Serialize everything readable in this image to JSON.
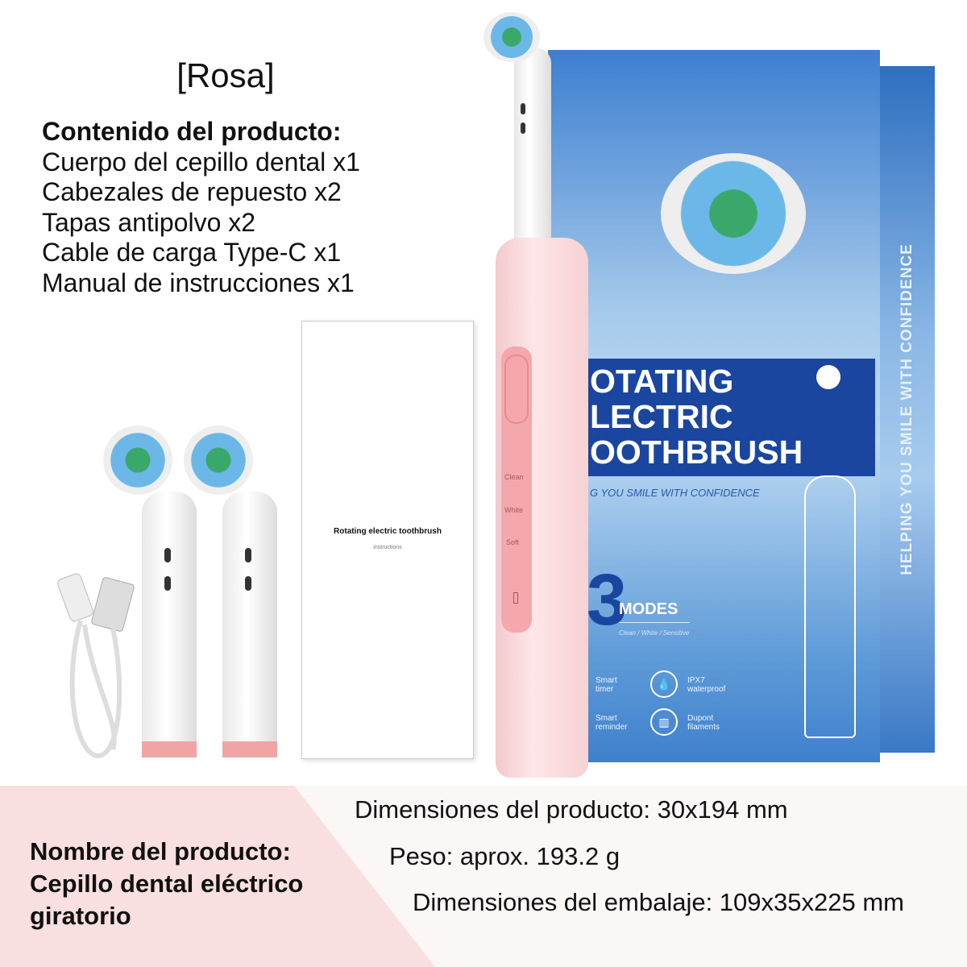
{
  "variant": "[Rosa]",
  "contents": {
    "title": "Contenido del producto:",
    "items": [
      "Cuerpo del cepillo dental x1",
      "Cabezales de repuesto x2",
      "Tapas antipolvo x2",
      "Cable de carga Type-C x1",
      "Manual de instrucciones  x1"
    ]
  },
  "box": {
    "banner_lines": [
      "OTATING",
      "LECTRIC",
      "OOTHBRUSH"
    ],
    "slogan": "G YOU SMILE WITH CONFIDENCE",
    "side_text": "HELPING YOU SMILE WITH CONFIDENCE",
    "modes_number": "3",
    "modes": "MODES",
    "modes_sub": "Clean / White / Sensitive",
    "features": [
      "Smart timer",
      "IPX7 waterproof",
      "Smart reminder",
      "Dupont filaments"
    ]
  },
  "manual": {
    "title": "Rotating electric toothbrush",
    "subtitle": "instructions"
  },
  "handle_labels": [
    "Clean",
    "White",
    "Soft"
  ],
  "product_name": {
    "label": "Nombre del producto:",
    "lines": [
      "Cepillo dental eléctrico",
      "giratorio"
    ]
  },
  "specs": [
    "Dimensiones del producto: 30x194 mm",
    "Peso: aprox. 193.2 g",
    "Dimensiones del embalaje: 109x35x225 mm"
  ],
  "colors": {
    "pink": "#f4a8ac",
    "box_blue": "#1a46a0",
    "band_pink": "#f9dfe0"
  }
}
